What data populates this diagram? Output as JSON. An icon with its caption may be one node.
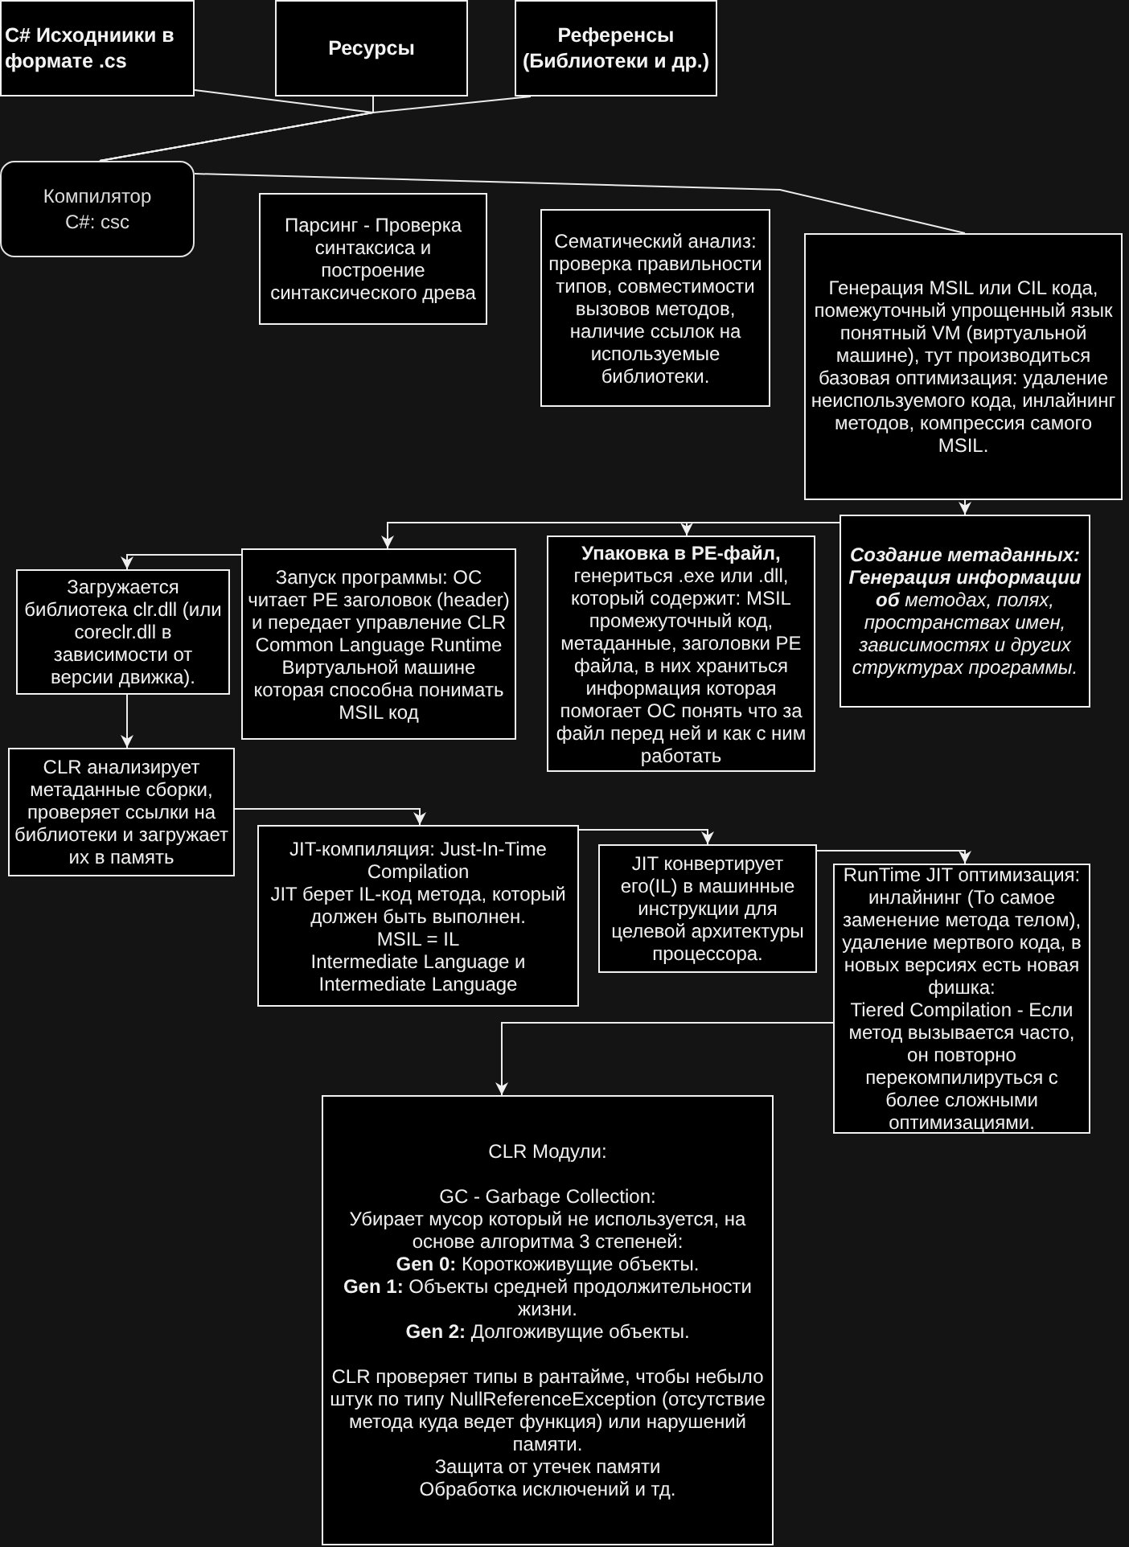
{
  "diagram": {
    "nodes": [
      {
        "text": [
          "C# Исходниики в формате .cs"
        ]
      },
      {
        "text": [
          "Ресурсы"
        ]
      },
      {
        "text": [
          "Референсы (Библиотеки и др.)"
        ]
      },
      {
        "text": [
          "Компилятор",
          "C#: csc"
        ]
      },
      {
        "text": [
          "Парсинг - Проверка синтаксиса и построение синтаксического древа"
        ]
      },
      {
        "text": [
          "Сематический анализ: проверка правильности типов, совместимости вызовов методов, наличие ссылок на используемые библиотеки."
        ]
      },
      {
        "text": [
          "Генерация MSIL или CIL кода, помежуточный упрощенный язык понятный VM (виртуальной машине), тут производиться базовая оптимизация: удаление неиспользуемого кода, инлайнинг методов, компрессия самого MSIL."
        ]
      },
      {
        "text": [
          "Загружается библиотека clr.dll (или coreclr.dll в зависимости от версии движка)."
        ]
      },
      {
        "text": [
          "Запуск программы: ОС читает PE заголовок (header) и передает управление CLR Common Language Runtime Виртуальной машине которая способна понимать MSIL код"
        ]
      },
      {
        "text": [
          "**Упаковка в PE-файл,** генериться .exe или .dll, который содержит: MSIL промежуточный код, метаданные, заголовки PE файла, в них храниться информация которая помогает ОС понять что за файл перед ней и как с ним работать"
        ]
      },
      {
        "text": [
          "**Создание метаданных: Генерация информации об** методах, полях, пространствах имен, зависимостях и других структурах программы."
        ]
      },
      {
        "text": [
          "CLR анализирует метаданные сборки, проверяет ссылки на библиотеки и загружает их в память"
        ]
      },
      {
        "text": [
          "JIT-компиляция: Just-In-Time Compilation",
          "JIT берет IL-код метода, который должен быть выполнен.",
          "MSIL = IL",
          "Intermediate Language и Intermediate Language"
        ]
      },
      {
        "text": [
          "JIT конвертирует его(IL) в машинные инструкции для целевой архитектуры процессора."
        ]
      },
      {
        "text": [
          "RunTime JIT оптимизация: инлайнинг (То самое заменение метода телом), удаление мертвого кода, в новых версиях есть новая фишка:",
          "Tiered Compilation - Если метод вызывается часто, он повторно перекомпилируться с более сложными оптимизациями."
        ]
      },
      {
        "text": [
          "CLR Модули:",
          "GC - Garbage Collection:",
          "Убирает мусор который не используется, на основе алгоритма 3 степеней:",
          "**Gen 0:** Короткоживущие объекты.",
          "**Gen 1:** Объекты средней продолжительности жизни.",
          "**Gen 2:** Долгоживущие объекты.",
          "CLR проверяет типы в рантайме, чтобы небыло штук по типу NullReferenceException (отсутствие метода куда ведет функция) или нарушений памяти.",
          "Защита от утечек памяти",
          "Обработка исключений и тд."
        ]
      }
    ],
    "edges": [
      {
        "from": 0,
        "to": 3,
        "arrow": "none"
      },
      {
        "from": 1,
        "to": 3,
        "arrow": "none"
      },
      {
        "from": 2,
        "to": 3,
        "arrow": "none"
      },
      {
        "from": 3,
        "to": 6,
        "arrow": "none"
      },
      {
        "from": 6,
        "to": 10,
        "arrow": "to"
      },
      {
        "from": 10,
        "to": 9,
        "arrow": "to"
      },
      {
        "from": 9,
        "to": 8,
        "arrow": "to"
      },
      {
        "from": 8,
        "to": 7,
        "arrow": "to"
      },
      {
        "from": 7,
        "to": 11,
        "arrow": "to"
      },
      {
        "from": 11,
        "to": 12,
        "arrow": "to"
      },
      {
        "from": 12,
        "to": 13,
        "arrow": "to"
      },
      {
        "from": 13,
        "to": 14,
        "arrow": "to"
      },
      {
        "from": 14,
        "to": 15,
        "arrow": "to"
      }
    ]
  }
}
